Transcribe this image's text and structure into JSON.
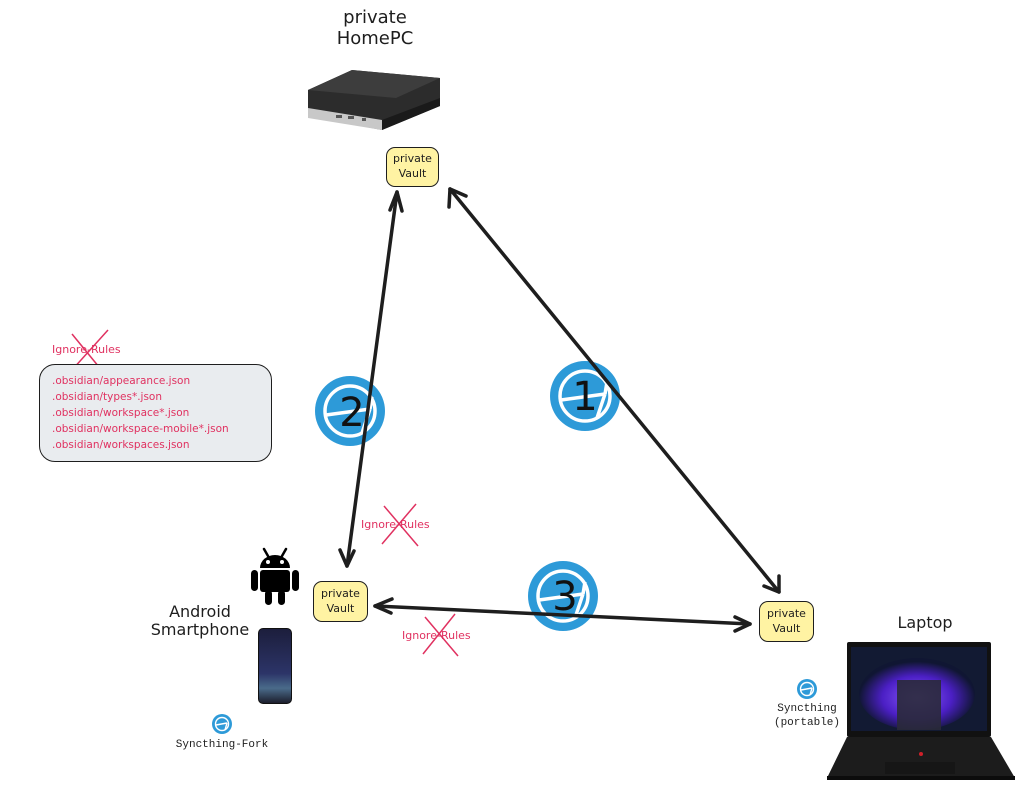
{
  "nodes": {
    "homepc": {
      "title_line1": "private",
      "title_line2": "HomePC",
      "vault_line1": "private",
      "vault_line2": "Vault"
    },
    "android": {
      "title_line1": "Android",
      "title_line2": "Smartphone",
      "vault_line1": "private",
      "vault_line2": "Vault",
      "sync_app": "Syncthing-Fork"
    },
    "laptop": {
      "title": "Laptop",
      "vault_line1": "private",
      "vault_line2": "Vault",
      "sync_app_line1": "Syncthing",
      "sync_app_line2": "(portable)"
    }
  },
  "connections": [
    {
      "id": "1",
      "label": "1",
      "from": "homepc-vault",
      "to": "laptop-vault",
      "direction": "bidirectional"
    },
    {
      "id": "2",
      "label": "2",
      "from": "homepc-vault",
      "to": "android-vault",
      "direction": "bidirectional"
    },
    {
      "id": "3",
      "label": "3",
      "from": "android-vault",
      "to": "laptop-vault",
      "direction": "bidirectional"
    }
  ],
  "ignore_rules": {
    "heading": "Ignore-Rules",
    "items": [
      ".obsidian/appearance.json",
      ".obsidian/types*.json",
      ".obsidian/workspace*.json",
      ".obsidian/workspace-mobile*.json",
      ".obsidian/workspaces.json"
    ]
  },
  "ignore_labels": {
    "android_link2": "Ignore-Rules",
    "android_link3": "Ignore-Rules"
  },
  "colors": {
    "vault_fill": "#fff3a3",
    "ignore_red": "#e03160",
    "syncthing_blue": "#2d9ad8",
    "stroke": "#1e1e1e"
  }
}
